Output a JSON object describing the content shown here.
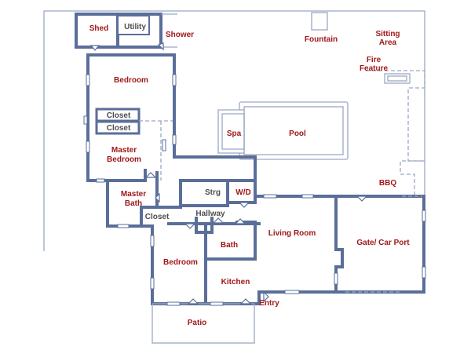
{
  "colors": {
    "wall": "#5a6e99",
    "label_room": "#a01818",
    "label_storage": "#4d4d4d",
    "outline": "#9aa8c4"
  },
  "labels": {
    "shed": "Shed",
    "utility": "Utility",
    "shower": "Shower",
    "fountain": "Fountain",
    "sitting_area_1": "Sitting",
    "sitting_area_2": "Area",
    "fire_feature_1": "Fire",
    "fire_feature_2": "Feature",
    "bedroom_top": "Bedroom",
    "closet_1": "Closet",
    "closet_2": "Closet",
    "spa": "Spa",
    "pool": "Pool",
    "master_bedroom_1": "Master",
    "master_bedroom_2": "Bedroom",
    "bbq": "BBQ",
    "master_bath_1": "Master",
    "master_bath_2": "Bath",
    "storage": "Strg",
    "washer_dryer": "W/D",
    "closet_hall": "Closet",
    "hallway": "Hallway",
    "living_room": "Living Room",
    "gate_car_port": "Gate/ Car Port",
    "bath": "Bath",
    "bedroom_bottom": "Bedroom",
    "kitchen": "Kitchen",
    "entry": "Entry",
    "patio": "Patio"
  }
}
